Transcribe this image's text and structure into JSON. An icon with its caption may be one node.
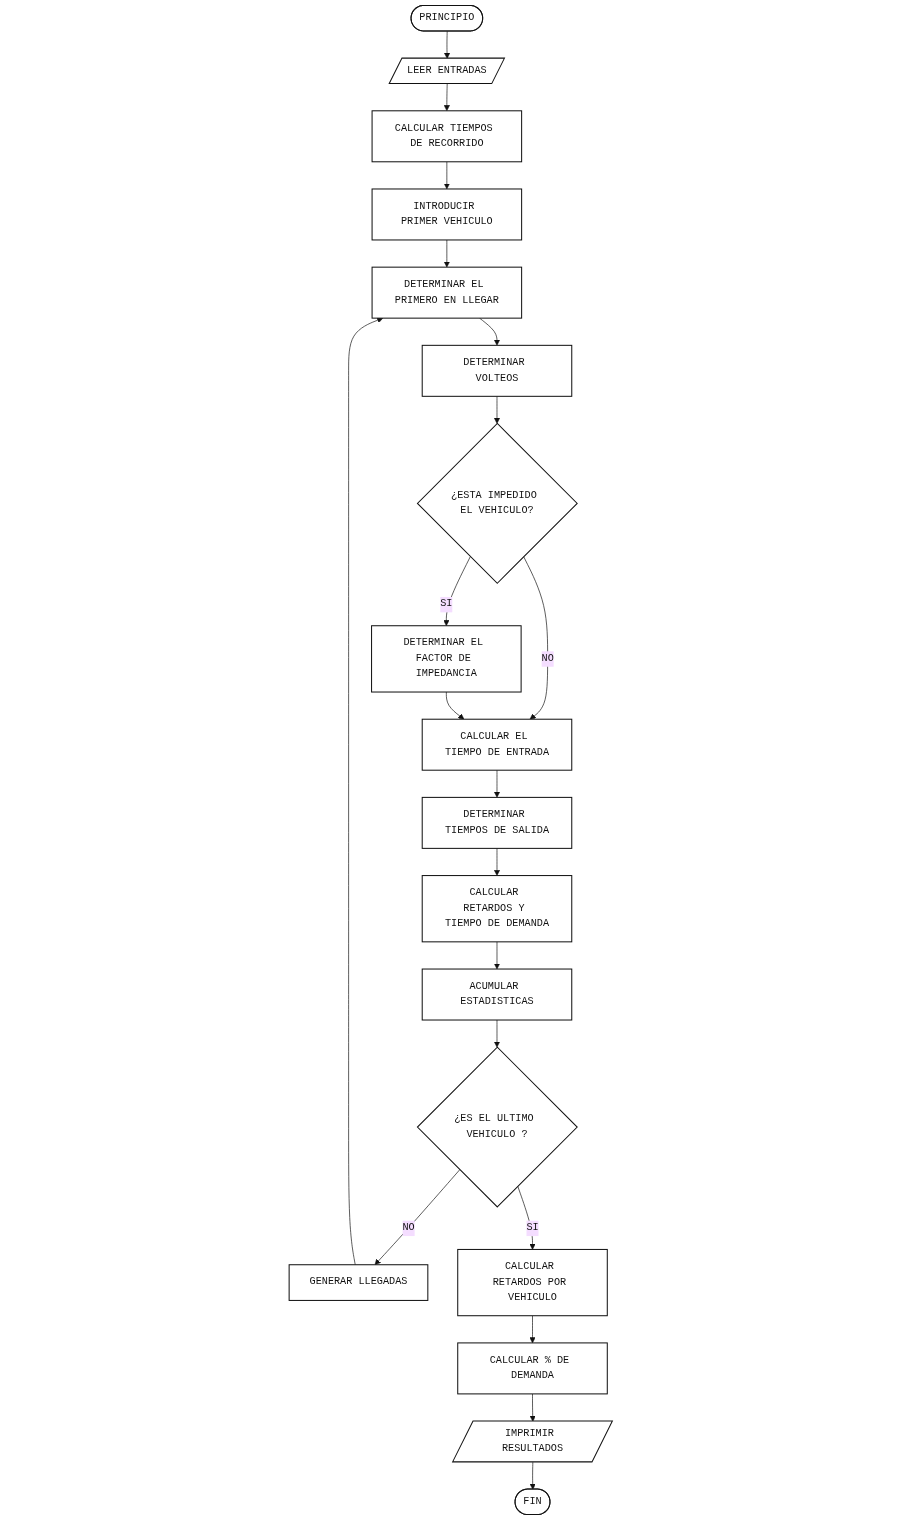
{
  "diagram": {
    "nodes": [
      {
        "text": [
          "PRINCIPIO"
        ]
      },
      {
        "text": [
          "LEER ENTRADAS"
        ]
      },
      {
        "text": [
          "CALCULAR TIEMPOS DE RECORRIDO"
        ]
      },
      {
        "text": [
          "INTRODUCIR PRIMER VEHICULO"
        ]
      },
      {
        "text": [
          "DETERMINAR EL PRIMERO EN LLEGAR"
        ]
      },
      {
        "text": [
          "DETERMINAR VOLTEOS"
        ]
      },
      {
        "text": [
          "¿ESTA IMPEDIDO EL VEHICULO?"
        ]
      },
      {
        "text": [
          "DETERMINAR EL FACTOR DE IMPEDANCIA"
        ]
      },
      {
        "text": [
          "CALCULAR EL TIEMPO DE ENTRADA"
        ]
      },
      {
        "text": [
          "GENERAR LLEGADAS"
        ]
      },
      {
        "text": [
          "DETERMINAR TIEMPOS DE SALIDA"
        ]
      },
      {
        "text": [
          "CALCULAR RETARDOS Y TIEMPO DE DEMANDA"
        ]
      },
      {
        "text": [
          "ACUMULAR ESTADISTICAS"
        ]
      },
      {
        "text": [
          "¿ES EL ULTIMO VEHICULO ?"
        ]
      },
      {
        "text": [
          "CALCULAR RETARDOS POR VEHICULO"
        ]
      },
      {
        "text": [
          "CALCULAR % DE DEMANDA"
        ]
      },
      {
        "text": [
          "IMPRIMIR RESULTADOS"
        ]
      },
      {
        "text": [
          "FIN"
        ]
      }
    ],
    "edges": [
      {
        "from": 0,
        "to": 1,
        "arrow": "to"
      },
      {
        "from": 1,
        "to": 2,
        "arrow": "to"
      },
      {
        "from": 2,
        "to": 3,
        "arrow": "to"
      },
      {
        "from": 3,
        "to": 4,
        "arrow": "to"
      },
      {
        "from": 4,
        "to": 5,
        "arrow": "to"
      },
      {
        "from": 5,
        "to": 6,
        "arrow": "to"
      },
      {
        "from": 6,
        "to": 8,
        "arrow": "to",
        "label": "NO"
      },
      {
        "from": 6,
        "to": 7,
        "arrow": "to",
        "label": "SI"
      },
      {
        "from": 7,
        "to": 8,
        "arrow": "to"
      },
      {
        "from": 8,
        "to": 10,
        "arrow": "to"
      },
      {
        "from": 10,
        "to": 11,
        "arrow": "to"
      },
      {
        "from": 11,
        "to": 12,
        "arrow": "to"
      },
      {
        "from": 12,
        "to": 13,
        "arrow": "to"
      },
      {
        "from": 13,
        "to": 9,
        "arrow": "to",
        "label": "NO"
      },
      {
        "from": 9,
        "to": 4,
        "arrow": "to"
      },
      {
        "from": 13,
        "to": 14,
        "arrow": "to",
        "label": "SI"
      },
      {
        "from": 14,
        "to": 15,
        "arrow": "to"
      },
      {
        "from": 15,
        "to": 16,
        "arrow": "to"
      },
      {
        "from": 16,
        "to": 17,
        "arrow": "to"
      }
    ]
  }
}
